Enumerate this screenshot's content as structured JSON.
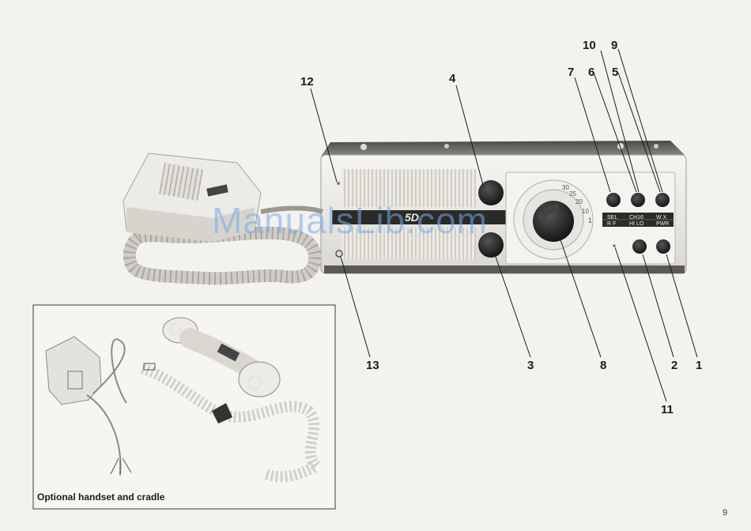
{
  "callouts": {
    "c1": "1",
    "c2": "2",
    "c3": "3",
    "c4": "4",
    "c5": "5",
    "c6": "6",
    "c7": "7",
    "c8": "8",
    "c9": "9",
    "c10": "10",
    "c11": "11",
    "c12": "12",
    "c13": "13"
  },
  "panel_labels": {
    "sel": "SEL",
    "ch16": "CH16",
    "wx": "W X",
    "rf": "R F",
    "hilo": "HI LO",
    "pwr": "PWR"
  },
  "dial_digits": [
    "1",
    "10",
    "20",
    "25",
    "30"
  ],
  "model_label": "5D",
  "inset": {
    "caption": "Optional handset and cradle"
  },
  "page_number": "9",
  "watermark": "ManualsLib.com",
  "colors": {
    "paper": "#f3f2ee",
    "radio_body": "#e9e7e1",
    "knob": "#1d1d1d",
    "ink": "#1b1b1b"
  }
}
